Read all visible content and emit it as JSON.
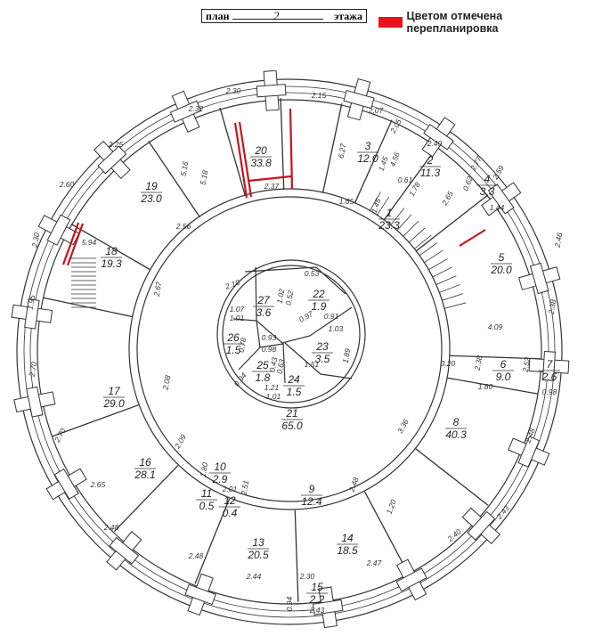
{
  "header": {
    "plan_label": "план",
    "floor_number": "2",
    "floor_label": "этажа"
  },
  "legend": {
    "label": "Цветом отмечена перепланировка",
    "color": "#e8131c"
  },
  "rooms": [
    {
      "no": "1",
      "area": "23.3"
    },
    {
      "no": "2",
      "area": "11.3"
    },
    {
      "no": "3",
      "area": "12.0"
    },
    {
      "no": "4",
      "area": "3.3"
    },
    {
      "no": "5",
      "area": "20.0"
    },
    {
      "no": "6",
      "area": "9.0"
    },
    {
      "no": "7",
      "area": "2.6"
    },
    {
      "no": "8",
      "area": "40.3"
    },
    {
      "no": "9",
      "area": "12.4"
    },
    {
      "no": "10",
      "area": "2.9"
    },
    {
      "no": "11",
      "area": "0.5"
    },
    {
      "no": "12",
      "area": "0.4"
    },
    {
      "no": "13",
      "area": "20.5"
    },
    {
      "no": "14",
      "area": "18.5"
    },
    {
      "no": "15",
      "area": "2.2"
    },
    {
      "no": "16",
      "area": "28.1"
    },
    {
      "no": "17",
      "area": "29.0"
    },
    {
      "no": "18",
      "area": "19.3"
    },
    {
      "no": "19",
      "area": "23.0"
    },
    {
      "no": "20",
      "area": "33.8"
    },
    {
      "no": "21",
      "area": "65.0"
    },
    {
      "no": "22",
      "area": "1.9"
    },
    {
      "no": "23",
      "area": "3.5"
    },
    {
      "no": "24",
      "area": "1.5"
    },
    {
      "no": "25",
      "area": "1.8"
    },
    {
      "no": "26",
      "area": "1.5"
    },
    {
      "no": "27",
      "area": "3.6"
    }
  ],
  "dimensions": [
    "2.30",
    "2.15",
    "2.32",
    "2.07",
    "2.05",
    "2.25",
    "2.49",
    "2.77",
    "2.59",
    "2.60",
    "5.16",
    "5.18",
    "6.27",
    "1.45",
    "4.56",
    "0.62",
    "0.61",
    "1.78",
    "2.65",
    "1.44",
    "2.37",
    "1.65",
    "1.45",
    "2.56",
    "2.30",
    "5.94",
    "2.46",
    "2.67",
    "1.95",
    "2.38",
    "4.09",
    "2.70",
    "2.08",
    "3.20",
    "2.38",
    "1.80",
    "2.52",
    "0.98",
    "2.70",
    "2.09",
    "3.36",
    "2.48",
    "2.65",
    "2.48",
    "2.43",
    "1.20",
    "2.51",
    "2.48",
    "2.40",
    "2.48",
    "2.47",
    "2.44",
    "2.30",
    "0.94",
    "2.43",
    "1.80",
    "2.01",
    "2.10",
    "1.02",
    "0.53",
    "0.52",
    "0.97",
    "0.91",
    "1.03",
    "1.89",
    "0.93",
    "0.98",
    "0.78",
    "1.07",
    "1.01",
    "0.43",
    "0.63",
    "1.51",
    "1.21",
    "1.01",
    "0.94"
  ]
}
